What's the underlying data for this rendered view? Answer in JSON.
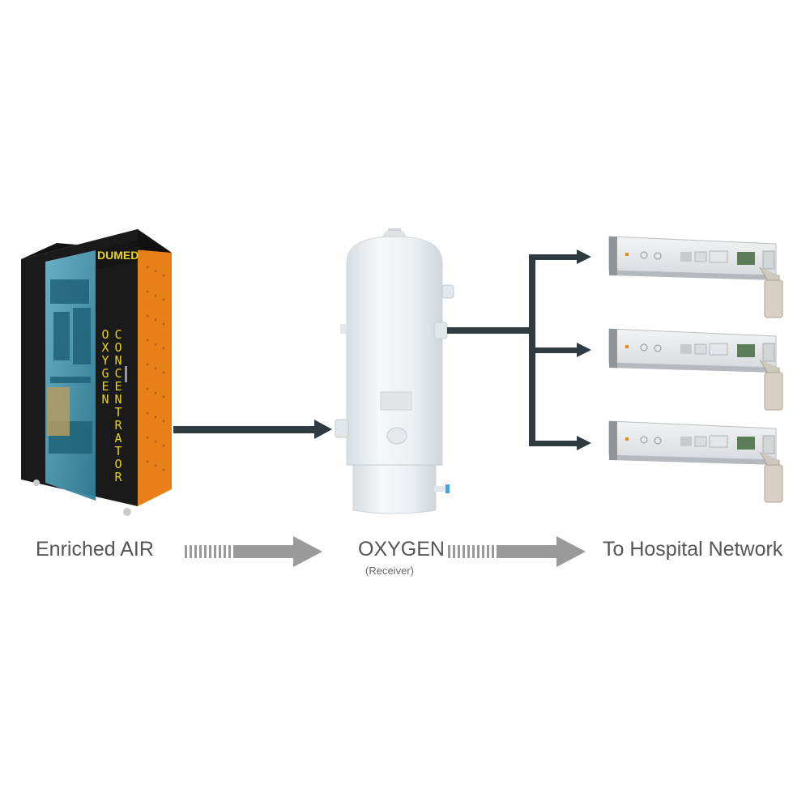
{
  "brand": "DUMED",
  "concentrator_text_col1": "OXYGEN",
  "concentrator_text_col2": "CONCENTRATOR",
  "flow_labels": {
    "source": "Enriched AIR",
    "receiver": "OXYGEN",
    "receiver_sub": "(Receiver)",
    "destination": "To Hospital Network"
  },
  "colors": {
    "cabinet": "#1c1c1c",
    "cabinet_accent": "#f08a1e",
    "window": "#3f97b0",
    "tank": "#eef1f3",
    "pipe": "#2f3a41",
    "flow_arrow": "#9a9a9a"
  }
}
